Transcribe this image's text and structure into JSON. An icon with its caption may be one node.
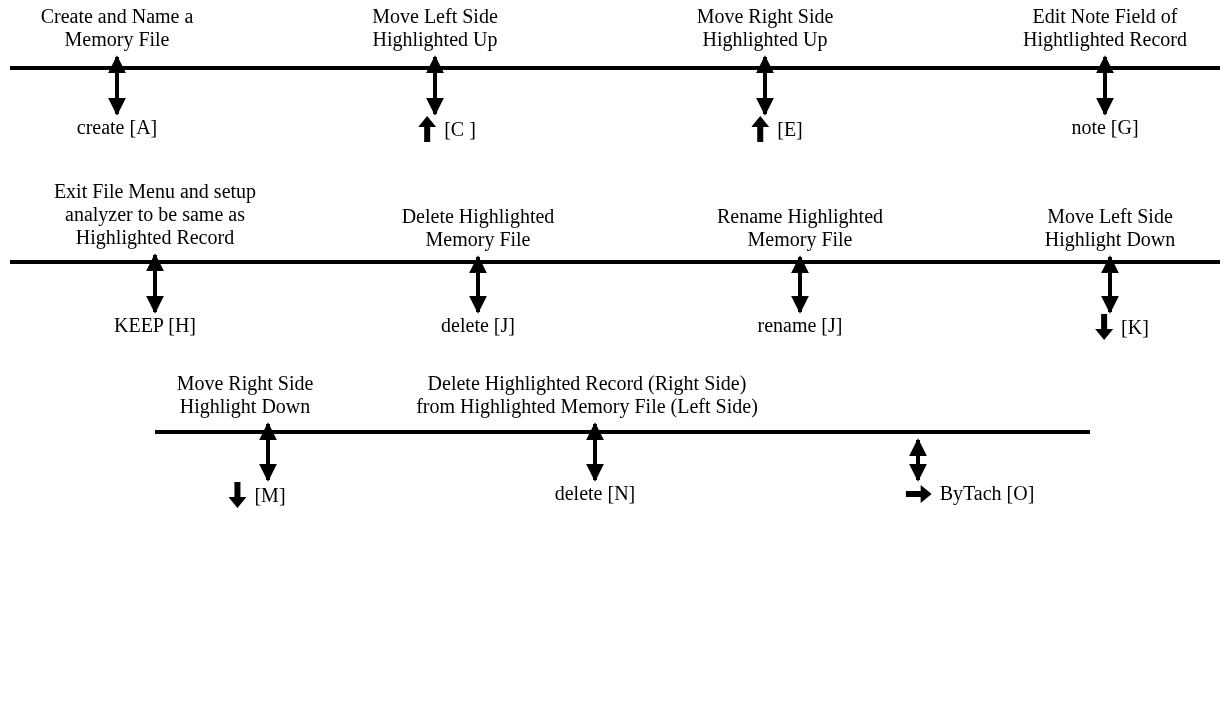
{
  "diagram": {
    "nodes": [
      {
        "text": [
          "Create and Name a Memory File"
        ]
      },
      {
        "text": [
          "Move Left Side Highlighted Up"
        ]
      },
      {
        "text": [
          "Move Right Side Highlighted Up"
        ]
      },
      {
        "text": [
          "Edit Note Field of Hightlighted Record"
        ]
      },
      {
        "text": [
          "create [A]"
        ]
      },
      {
        "text": [
          "[C ]"
        ]
      },
      {
        "text": [
          "[E]"
        ]
      },
      {
        "text": [
          "note [G]"
        ]
      },
      {
        "text": [
          "Exit File Menu and setup analyzer to be same as Highlighted Record"
        ]
      },
      {
        "text": [
          "Delete Highlighted Memory File"
        ]
      },
      {
        "text": [
          "Rename Highlighted Memory File"
        ]
      },
      {
        "text": [
          "Move Left Side Highlight Down"
        ]
      },
      {
        "text": [
          "KEEP [H]"
        ]
      },
      {
        "text": [
          "delete [J]"
        ]
      },
      {
        "text": [
          "rename [J]"
        ]
      },
      {
        "text": [
          "[K]"
        ]
      },
      {
        "text": [
          "Move Right Side Highlight Down"
        ]
      },
      {
        "text": [
          "Delete Highlighted Record (Right Side) from Highlighted Memory File (Left Side)"
        ]
      },
      {
        "text": [
          "[M]"
        ]
      },
      {
        "text": [
          "delete [N]"
        ]
      },
      {
        "text": [
          "ByTach [O]"
        ]
      }
    ],
    "edges": [
      {
        "from": 0,
        "to": 4,
        "arrow": "both"
      },
      {
        "from": 1,
        "to": 5,
        "arrow": "both"
      },
      {
        "from": 2,
        "to": 6,
        "arrow": "both"
      },
      {
        "from": 3,
        "to": 7,
        "arrow": "both"
      },
      {
        "from": 8,
        "to": 12,
        "arrow": "both"
      },
      {
        "from": 9,
        "to": 13,
        "arrow": "both"
      },
      {
        "from": 10,
        "to": 14,
        "arrow": "both"
      },
      {
        "from": 11,
        "to": 15,
        "arrow": "both"
      },
      {
        "from": 16,
        "to": 18,
        "arrow": "both"
      },
      {
        "from": 17,
        "to": 19,
        "arrow": "both"
      },
      {
        "from": null,
        "to": 20,
        "arrow": "both"
      }
    ]
  }
}
